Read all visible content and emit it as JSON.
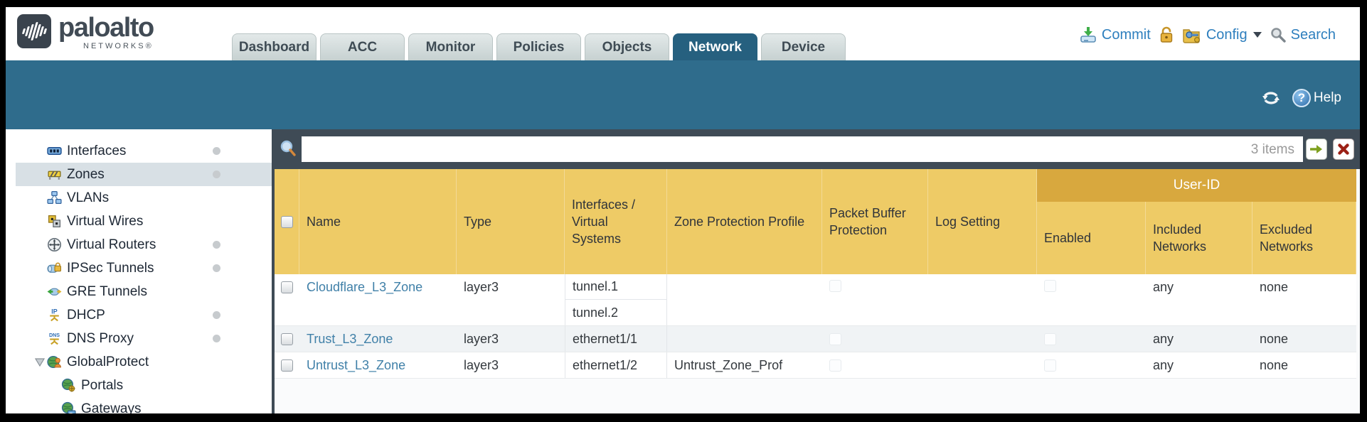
{
  "brand": {
    "wordmark": "paloalto",
    "sub": "NETWORKS®"
  },
  "nav": {
    "tabs": [
      {
        "label": "Dashboard",
        "active": false
      },
      {
        "label": "ACC",
        "active": false
      },
      {
        "label": "Monitor",
        "active": false
      },
      {
        "label": "Policies",
        "active": false
      },
      {
        "label": "Objects",
        "active": false
      },
      {
        "label": "Network",
        "active": true
      },
      {
        "label": "Device",
        "active": false
      }
    ],
    "actions": {
      "commit": "Commit",
      "config": "Config",
      "search": "Search"
    }
  },
  "band": {
    "help_label": "Help"
  },
  "sidebar": {
    "items": [
      {
        "label": "Interfaces",
        "selected": false,
        "has_dot": true
      },
      {
        "label": "Zones",
        "selected": true,
        "has_dot": true
      },
      {
        "label": "VLANs",
        "selected": false,
        "has_dot": false
      },
      {
        "label": "Virtual Wires",
        "selected": false,
        "has_dot": false
      },
      {
        "label": "Virtual Routers",
        "selected": false,
        "has_dot": true
      },
      {
        "label": "IPSec Tunnels",
        "selected": false,
        "has_dot": true
      },
      {
        "label": "GRE Tunnels",
        "selected": false,
        "has_dot": false
      },
      {
        "label": "DHCP",
        "selected": false,
        "has_dot": true
      },
      {
        "label": "DNS Proxy",
        "selected": false,
        "has_dot": true
      },
      {
        "label": "GlobalProtect",
        "selected": false,
        "has_dot": false,
        "expanded": true
      },
      {
        "label": "Portals",
        "selected": false,
        "has_dot": false,
        "child": true
      },
      {
        "label": "Gateways",
        "selected": false,
        "has_dot": false,
        "child": true
      }
    ]
  },
  "filter": {
    "value": "",
    "items_count": "3 items"
  },
  "table": {
    "group_header": "User-ID",
    "columns": [
      "Name",
      "Type",
      "Interfaces / Virtual Systems",
      "Zone Protection Profile",
      "Packet Buffer Protection",
      "Log Setting",
      "Enabled",
      "Included Networks",
      "Excluded Networks"
    ],
    "rows": [
      {
        "name": "Cloudflare_L3_Zone",
        "type": "layer3",
        "interfaces": [
          "tunnel.1",
          "tunnel.2"
        ],
        "zone_protection_profile": "",
        "packet_buffer_protection": false,
        "log_setting": "",
        "user_id_enabled": false,
        "included_networks": "any",
        "excluded_networks": "none"
      },
      {
        "name": "Trust_L3_Zone",
        "type": "layer3",
        "interfaces": [
          "ethernet1/1"
        ],
        "zone_protection_profile": "",
        "packet_buffer_protection": false,
        "log_setting": "",
        "user_id_enabled": false,
        "included_networks": "any",
        "excluded_networks": "none"
      },
      {
        "name": "Untrust_L3_Zone",
        "type": "layer3",
        "interfaces": [
          "ethernet1/2"
        ],
        "zone_protection_profile": "Untrust_Zone_Prof",
        "packet_buffer_protection": false,
        "log_setting": "",
        "user_id_enabled": false,
        "included_networks": "any",
        "excluded_networks": "none"
      }
    ]
  },
  "colors": {
    "teal_band": "#2f6c8c",
    "active_tab": "#26607f",
    "slate_bar": "#3f4b56",
    "header_gold": "#eecb66",
    "userid_gold": "#d8a83e",
    "link_blue": "#4080a8",
    "action_blue": "#2e7fbe",
    "selected_nav": "#d8e0e5",
    "alt_row": "#f0f3f5"
  }
}
